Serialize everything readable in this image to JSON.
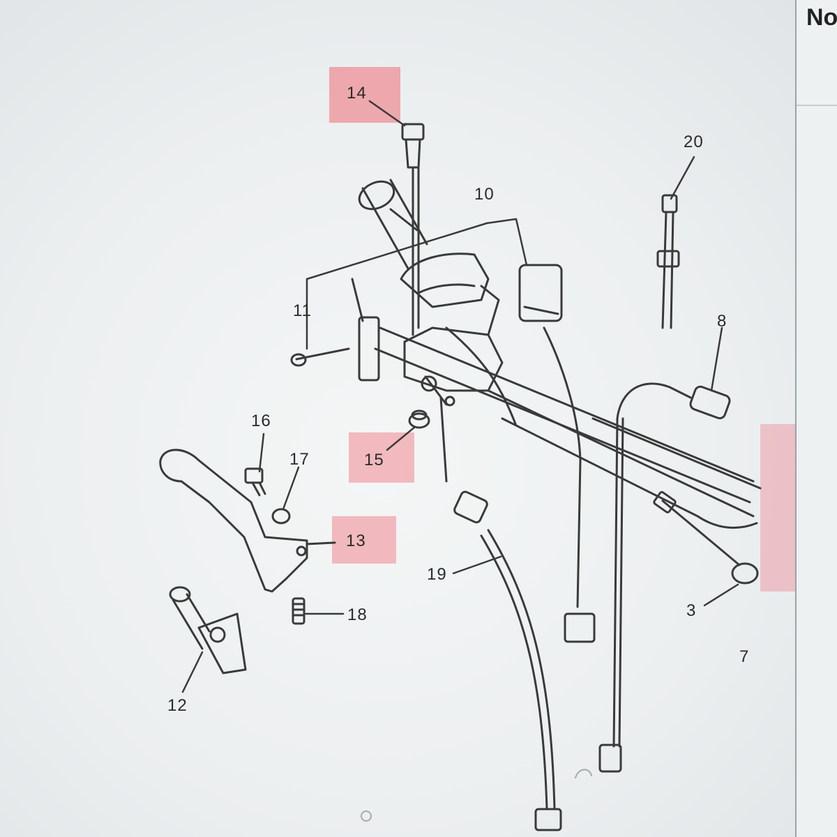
{
  "header": {
    "text": "No"
  },
  "colors": {
    "highlight": "#ee6e76",
    "line": "#3a3a3a",
    "side_highlight": "#f09aa3"
  },
  "callouts": [
    {
      "id": "14",
      "highlighted": true
    },
    {
      "id": "10",
      "highlighted": false
    },
    {
      "id": "20",
      "highlighted": false
    },
    {
      "id": "11",
      "highlighted": false
    },
    {
      "id": "8",
      "highlighted": false
    },
    {
      "id": "16",
      "highlighted": false
    },
    {
      "id": "17",
      "highlighted": false
    },
    {
      "id": "15",
      "highlighted": true
    },
    {
      "id": "13",
      "highlighted": true
    },
    {
      "id": "19",
      "highlighted": false
    },
    {
      "id": "18",
      "highlighted": false
    },
    {
      "id": "3",
      "highlighted": false
    },
    {
      "id": "7",
      "highlighted": false
    },
    {
      "id": "12",
      "highlighted": false
    }
  ]
}
